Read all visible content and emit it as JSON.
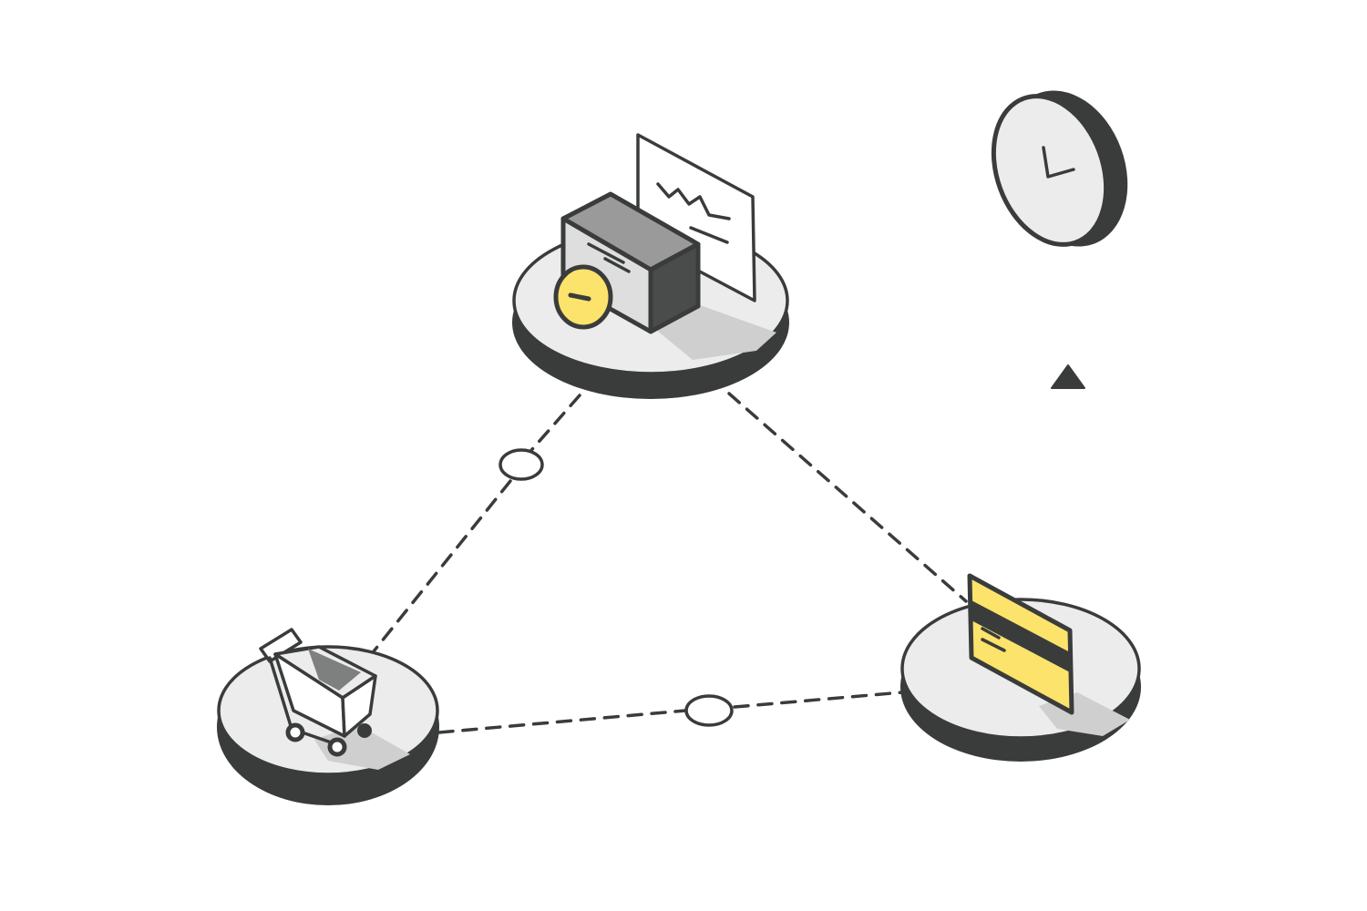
{
  "colors": {
    "outline": "#3a3c3c",
    "platform_top": "#ececec",
    "platform_side": "#3a3c3c",
    "accent_yellow": "#fce36b",
    "box_front": "#dedede",
    "box_top": "#9a9a9a",
    "box_side": "#4a4b4b",
    "shadow": "#cfcfcf",
    "background": "#ffffff"
  },
  "nodes": [
    {
      "id": "hub",
      "icon": "cash-register-icon",
      "platform": "top-platform"
    },
    {
      "id": "cart",
      "icon": "shopping-cart-icon",
      "platform": "left-platform"
    },
    {
      "id": "card",
      "icon": "credit-card-icon",
      "platform": "right-platform"
    }
  ],
  "connectors": [
    {
      "from": "hub",
      "to": "cart",
      "style": "dashed",
      "midpoint": "circle-node"
    },
    {
      "from": "hub",
      "to": "card",
      "style": "dashed"
    },
    {
      "from": "cart",
      "to": "card",
      "style": "dashed",
      "midpoint": "circle-node"
    }
  ],
  "decorations": [
    "clock-icon",
    "triangle-marker-icon",
    "chart-document-icon"
  ]
}
